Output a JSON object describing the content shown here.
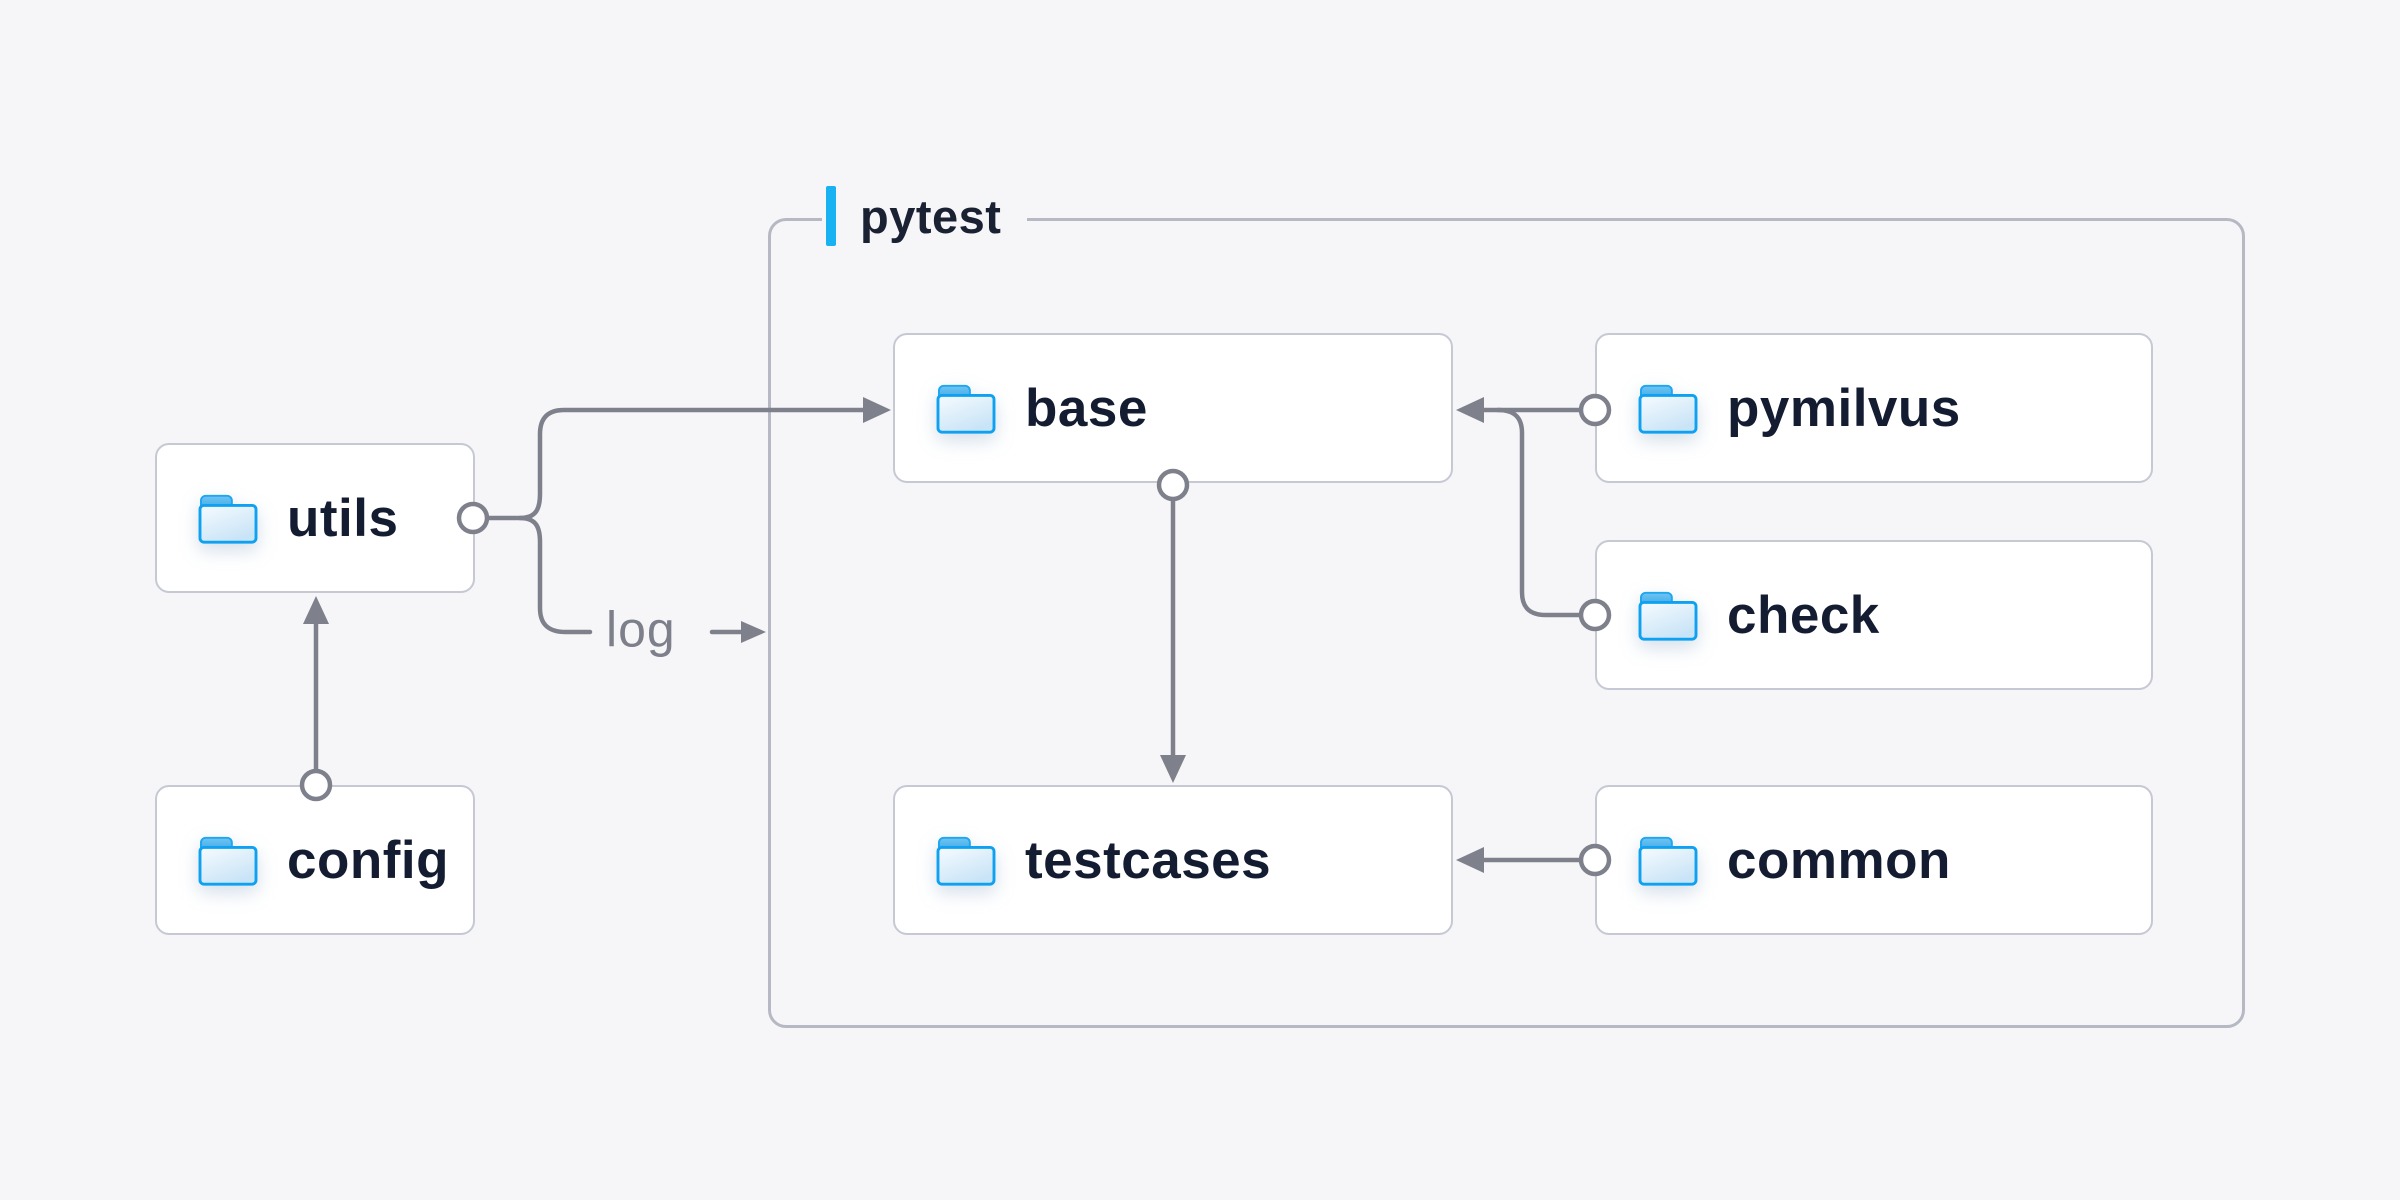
{
  "diagram": {
    "container": {
      "label": "pytest"
    },
    "nodes": {
      "utils": {
        "label": "utils"
      },
      "config": {
        "label": "config"
      },
      "base": {
        "label": "base"
      },
      "testcases": {
        "label": "testcases"
      },
      "pymilvus": {
        "label": "pymilvus"
      },
      "check": {
        "label": "check"
      },
      "common": {
        "label": "common"
      }
    },
    "edge_labels": {
      "log": "log"
    },
    "edges": [
      {
        "from": "config",
        "to": "utils",
        "type": "arrow"
      },
      {
        "from": "utils",
        "to": "base",
        "type": "arrow"
      },
      {
        "from": "utils",
        "to": "log",
        "type": "labeled-arrow"
      },
      {
        "from": "base",
        "to": "testcases",
        "type": "arrow"
      },
      {
        "from": "pymilvus",
        "to": "base",
        "type": "arrow"
      },
      {
        "from": "check",
        "to": "base",
        "type": "arrow"
      },
      {
        "from": "common",
        "to": "testcases",
        "type": "arrow"
      }
    ],
    "icons": {
      "node_icon": "folder-icon"
    },
    "colors": {
      "background": "#f6f6f8",
      "node_background": "#ffffff",
      "node_border": "#c6c9d3",
      "container_border": "#b6b9c4",
      "wire": "#7e818b",
      "node_text": "#141c31",
      "muted_text": "#7d808b",
      "accent_cyan": "#18b2f2",
      "folder_blue": "#0fa1f1",
      "group_label_text": "#1a2133"
    }
  }
}
